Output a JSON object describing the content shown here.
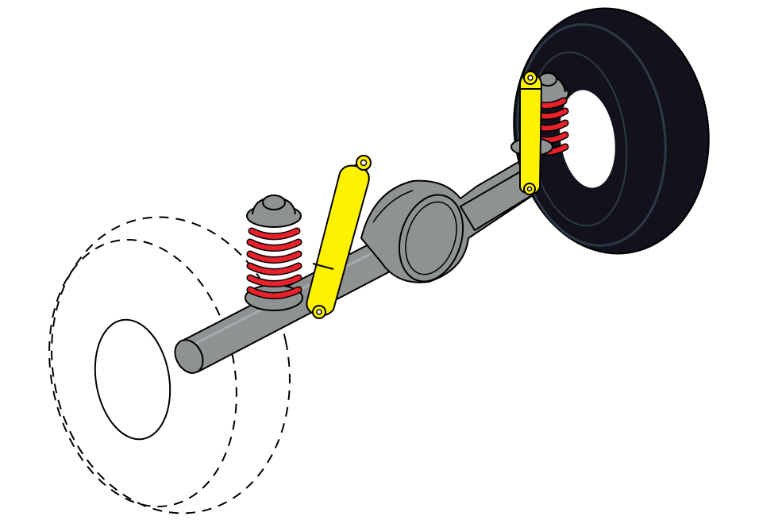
{
  "diagram": {
    "kind": "illustration",
    "subject": "",
    "labels": []
  },
  "colors": {
    "background": "#ffffff",
    "axle": "#8e9293",
    "axle_dark": "#6d7173",
    "outline": "#000000",
    "spring": "#e8212b",
    "spring_dark": "#b8141c",
    "shock": "#fff200",
    "tyre": "#13111c",
    "tyre_rim": "#2c3a48",
    "hidden_wheel_stroke": "#000000"
  },
  "icons": [
    "axle",
    "differential-housing",
    "coil-spring",
    "shock-absorber",
    "wheel-tyre",
    "hidden-wheel-outline"
  ]
}
